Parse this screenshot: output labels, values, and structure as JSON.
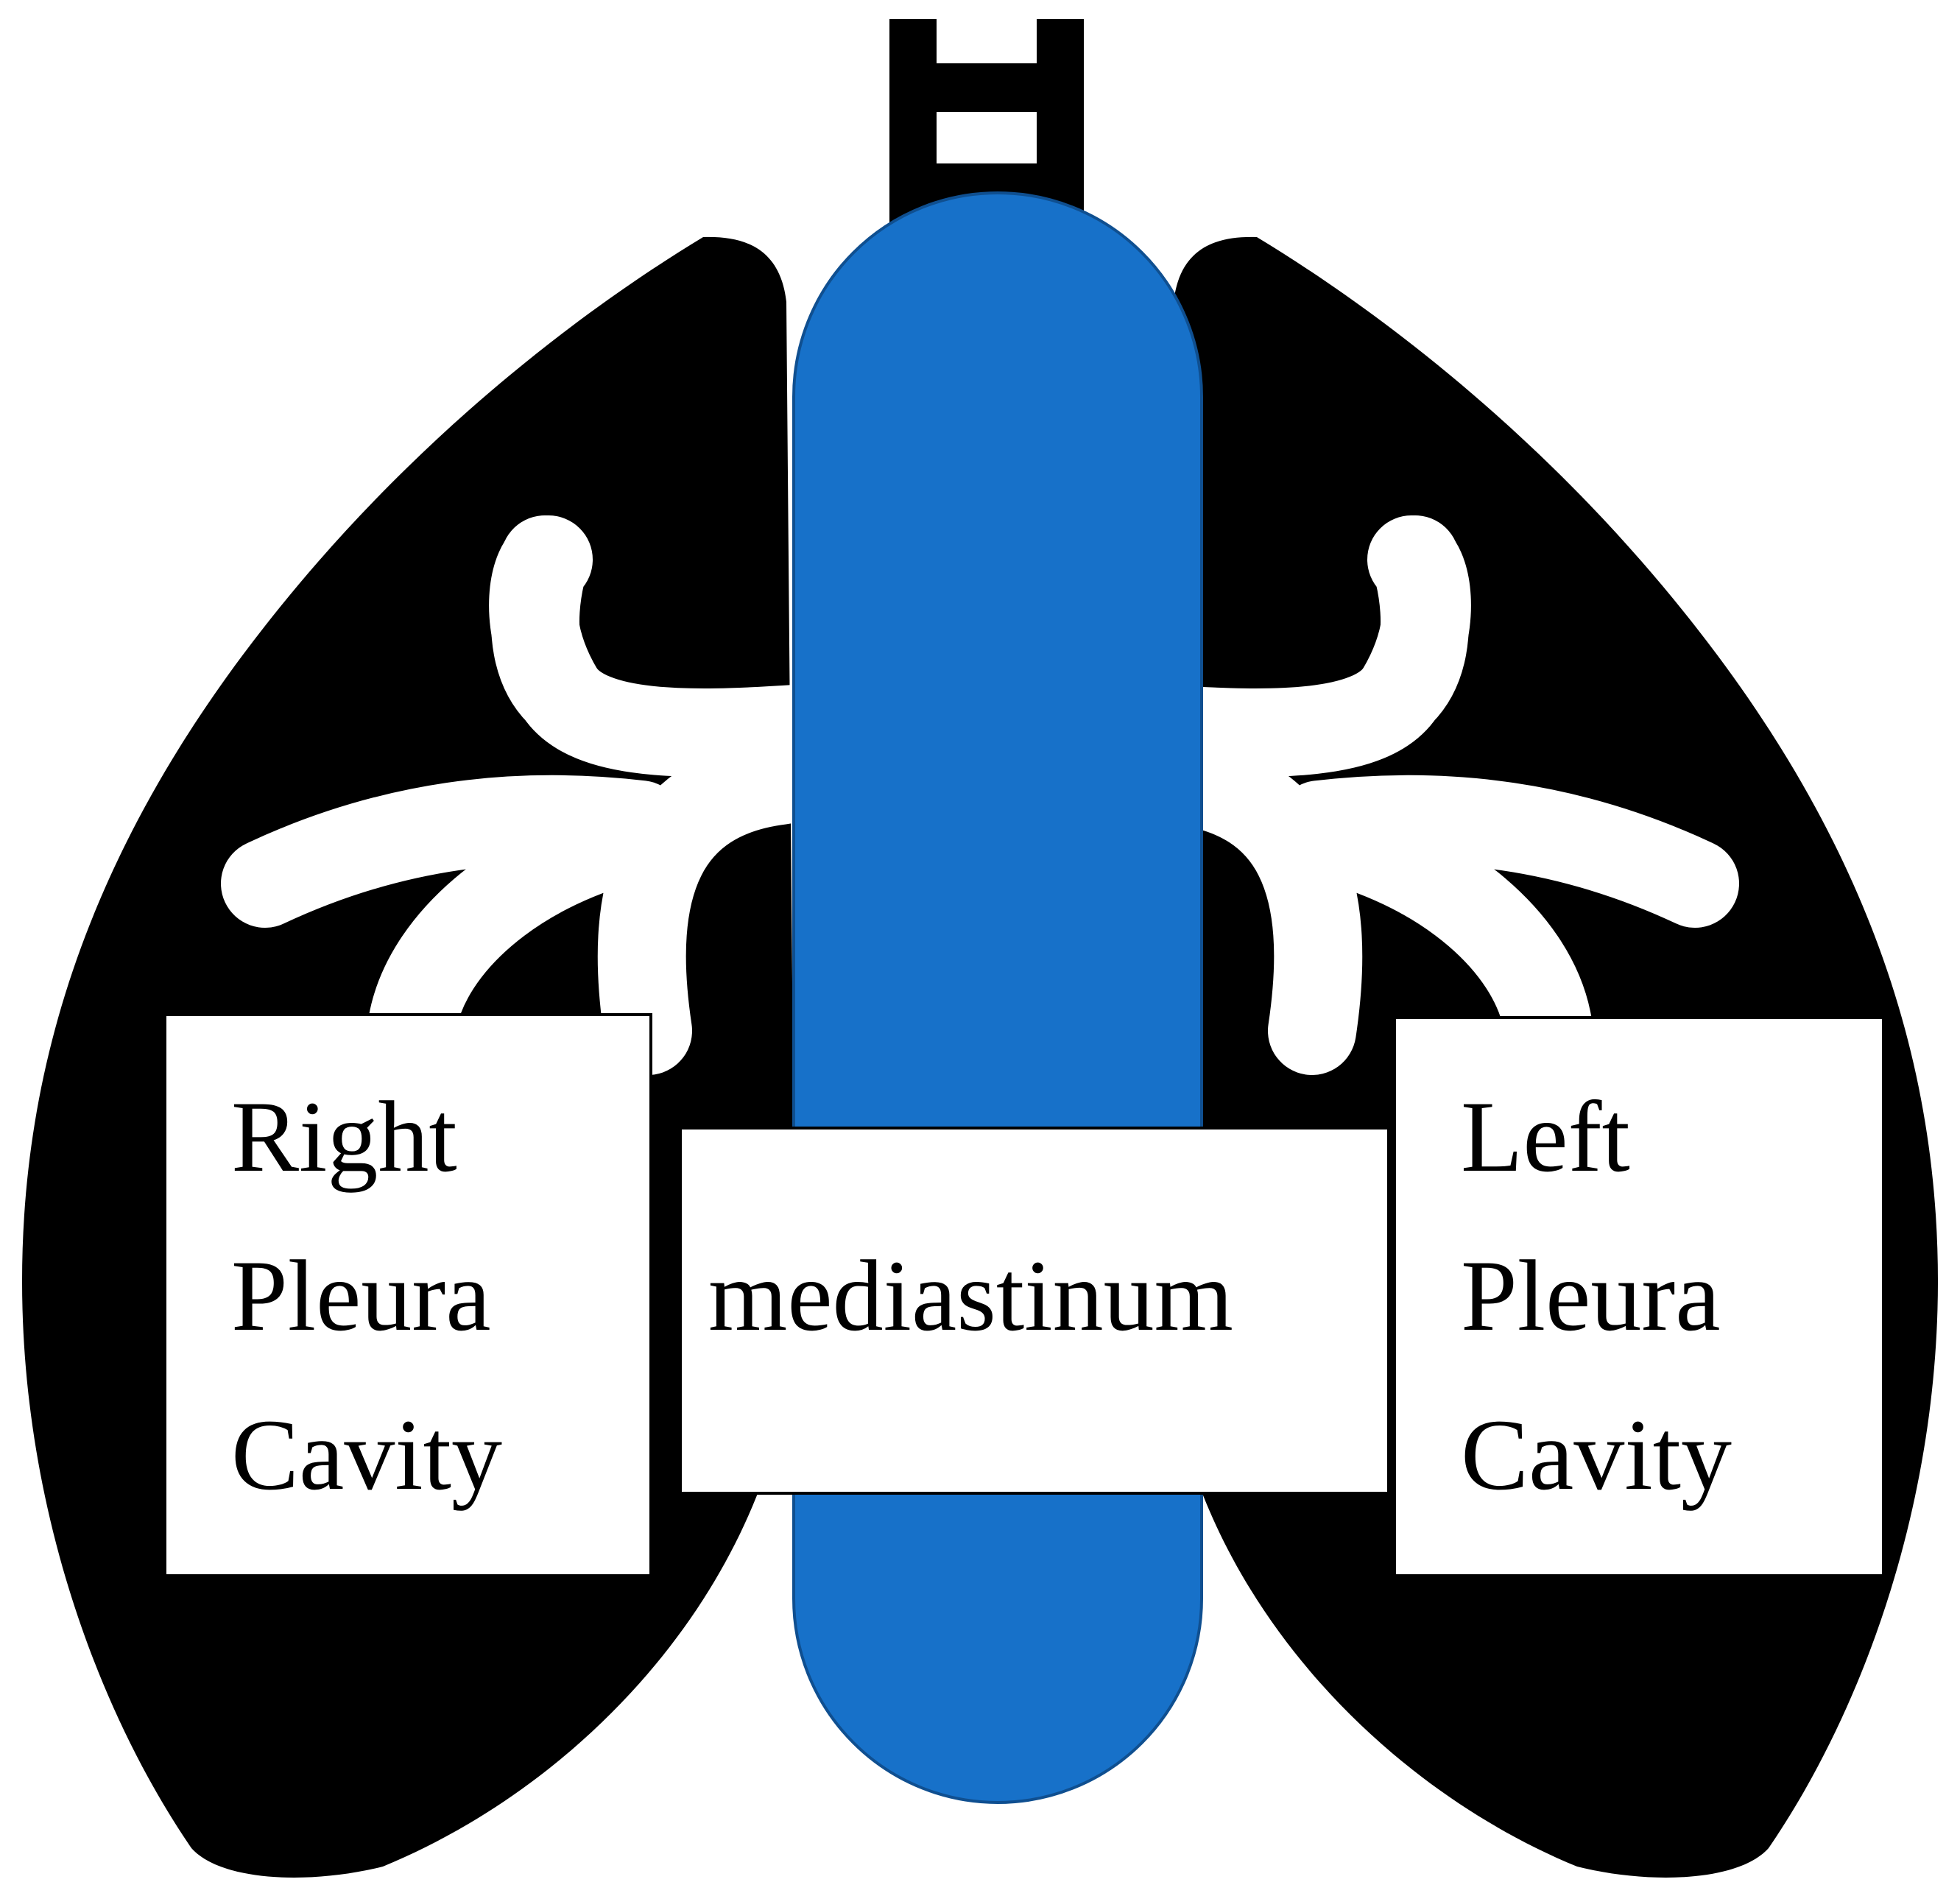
{
  "colors": {
    "lungs": "#000000",
    "bronchi": "#ffffff",
    "mediastinum": "#1771c9",
    "mediastinum_outline": "#0f4f90",
    "background": "#ffffff"
  },
  "labels": {
    "right_pleura": [
      "Right",
      "Pleura",
      "Cavity"
    ],
    "mediastinum": "mediastinum",
    "left_pleura": [
      "Left",
      "Pleura",
      "Cavity"
    ]
  }
}
